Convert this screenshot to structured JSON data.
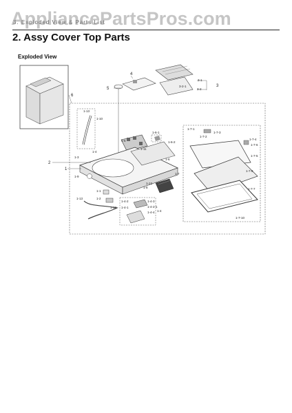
{
  "header": {
    "section_tag": "3. Exploded View & Parts List",
    "watermark": "AppliancePartsPros.com",
    "title": "2.  Assy Cover Top Parts",
    "subtitle": "Exploded View"
  },
  "labels": {
    "l1": "1",
    "l2": "2",
    "l3": "3",
    "l4": "4",
    "l5": "5",
    "l6": "6",
    "l1_1": "1-1",
    "l1_2": "1-2",
    "l1_3": "1-3",
    "l1_4": "1-4",
    "l1_5": "1-5",
    "l1_6": "1-6",
    "l1_7": "1-7",
    "l1_8": "1-8",
    "l1_9": "1-9",
    "l1_10": "1-10",
    "l1_11": "1-11",
    "l1_12": "1-12",
    "l1_13": "1-13",
    "l1_4_1": "1-4-1",
    "l1_4_2": "1-4-2",
    "l1_4_3": "1-4-3",
    "l1_4_4": "1-4-4",
    "l1_4_21": "1-4-2-1",
    "l1_7_1": "1-7-1",
    "l1_7_2": "1-7-2",
    "l1_7_3": "1-7-3",
    "l1_7_4": "1-7-4",
    "l1_7_5": "1-7-5",
    "l1_7_6": "1-7-6",
    "l1_7_7": "1-7-7",
    "l1_7_8": "1-7-8",
    "l1_7_10": "1-7-10",
    "l1_6_1": "1-6-1",
    "l1_6_2": "1-6-2",
    "l3_1": "3-1",
    "l3_2": "3-2",
    "l3_2_1": "3-2-1"
  }
}
